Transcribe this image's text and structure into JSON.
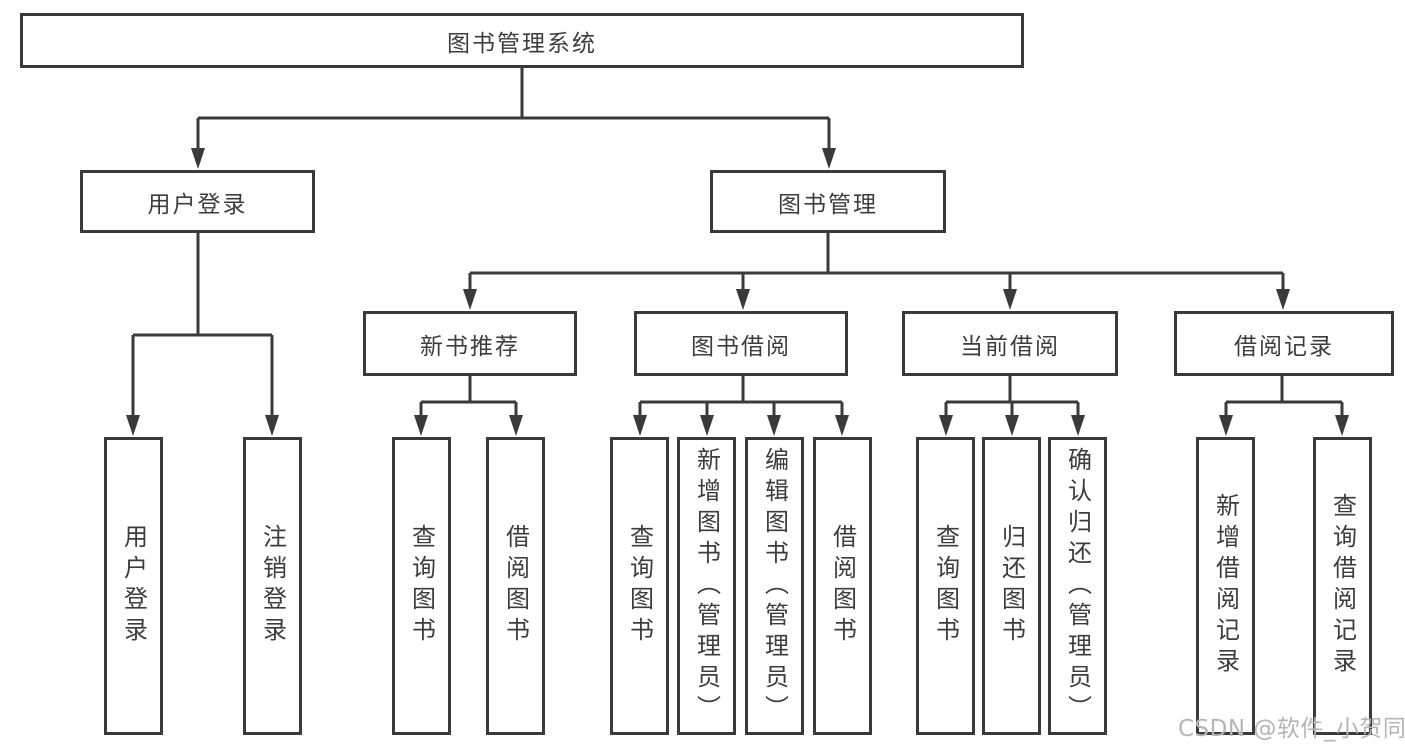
{
  "colors": {
    "line": "#3a3a3a",
    "box_border": "#3a3a3a",
    "text": "#3d3d3d",
    "watermark": "#b5b5b5",
    "background": "#ffffff"
  },
  "watermark": {
    "text": "CSDN @软件_小贺同学"
  },
  "tree": {
    "root": {
      "label": "图书管理系统",
      "children": [
        {
          "label": "用户登录",
          "children": [
            {
              "label": "用户登录"
            },
            {
              "label": "注销登录"
            }
          ]
        },
        {
          "label": "图书管理",
          "children": [
            {
              "label": "新书推荐",
              "children": [
                {
                  "label": "查询图书"
                },
                {
                  "label": "借阅图书"
                }
              ]
            },
            {
              "label": "图书借阅",
              "children": [
                {
                  "label": "查询图书"
                },
                {
                  "label": "新增图书（管理员）"
                },
                {
                  "label": "编辑图书（管理员）"
                },
                {
                  "label": "借阅图书"
                }
              ]
            },
            {
              "label": "当前借阅",
              "children": [
                {
                  "label": "查询图书"
                },
                {
                  "label": "归还图书"
                },
                {
                  "label": "确认归还（管理员）"
                }
              ]
            },
            {
              "label": "借阅记录",
              "children": [
                {
                  "label": "新增借阅记录"
                },
                {
                  "label": "查询借阅记录"
                }
              ]
            }
          ]
        }
      ]
    }
  }
}
